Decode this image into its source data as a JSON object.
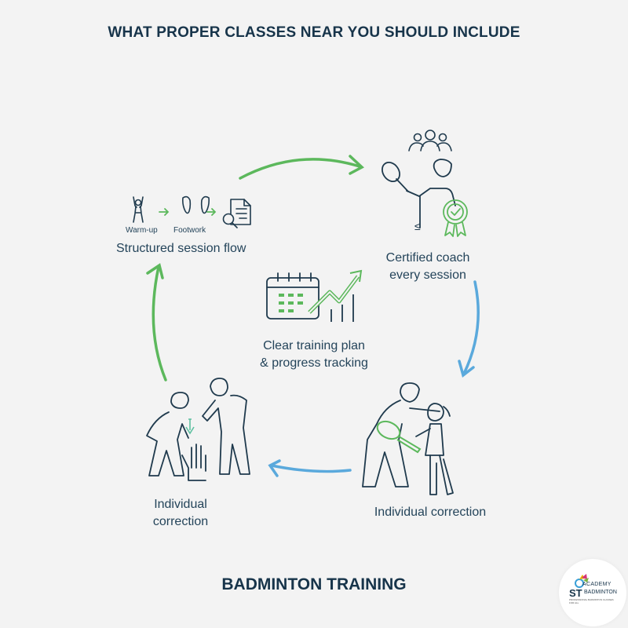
{
  "title": "WHAT PROPER CLASSES NEAR YOU SHOULD INCLUDE",
  "footer": "BADMINTON TRAINING",
  "colors": {
    "background": "#f3f3f3",
    "ink": "#1f3a4d",
    "green": "#5cb85c",
    "blue": "#5aa9dc"
  },
  "steps": {
    "structured": {
      "label": "Structured session flow",
      "sub_labels": [
        "Warm-up",
        "Footwork"
      ],
      "icons": [
        "warm-up-person-icon",
        "footprints-icon",
        "document-search-icon"
      ]
    },
    "coach": {
      "label_line1": "Certified coach",
      "label_line2": "every session",
      "icons": [
        "group-icon",
        "coach-with-racket-icon",
        "certified-badge-icon"
      ],
      "symbol": "≤"
    },
    "plan": {
      "label_line1": "Clear training plan",
      "label_line2": "& progress tracking",
      "icons": [
        "calendar-icon",
        "trend-arrow-icon"
      ]
    },
    "correction_right": {
      "label": "Individual correction",
      "icons": [
        "coach-child-racket-icon"
      ]
    },
    "correction_left": {
      "label_line1": "Individual",
      "label_line2": "correction",
      "icons": [
        "two-coaches-hand-icon"
      ]
    }
  },
  "logo": {
    "academy": "ACADEMY",
    "st": "ST",
    "badminton": "BADMINTON",
    "tagline": "PROFESSIONAL BADMINTON CLASSES FOR ALL"
  }
}
